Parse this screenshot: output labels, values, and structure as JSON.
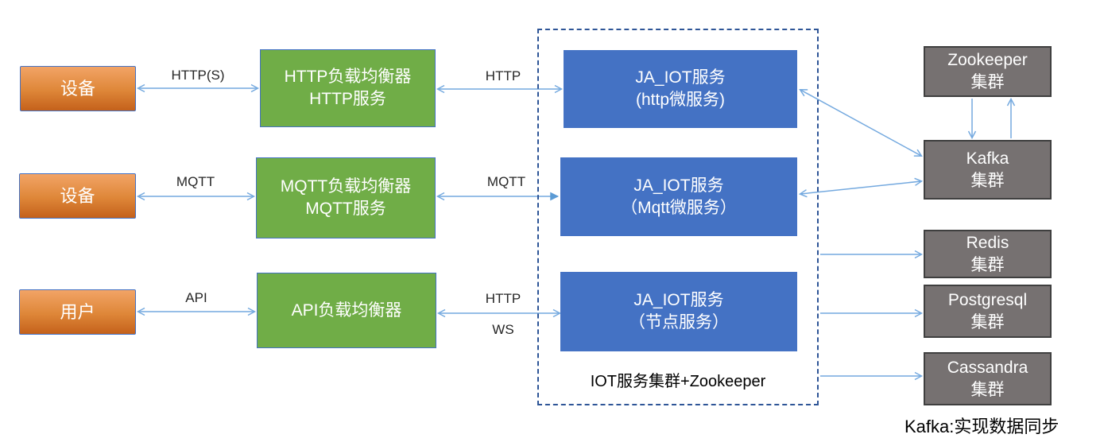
{
  "diagram": {
    "nodes": {
      "device1": {
        "label": "设备"
      },
      "device2": {
        "label": "设备"
      },
      "user": {
        "label": "用户"
      },
      "http_lb": {
        "line1": "HTTP负载均衡器",
        "line2": "HTTP服务"
      },
      "mqtt_lb": {
        "line1": "MQTT负载均衡器",
        "line2": "MQTT服务"
      },
      "api_lb": {
        "line1": "API负载均衡器"
      },
      "iot_http": {
        "line1": "JA_IOT服务",
        "line2": "(http微服务)"
      },
      "iot_mqtt": {
        "line1": "JA_IOT服务",
        "line2": "（Mqtt微服务）"
      },
      "iot_node": {
        "line1": "JA_IOT服务",
        "line2": "（节点服务）"
      },
      "zookeeper": {
        "line1": "Zookeeper",
        "line2": "集群"
      },
      "kafka": {
        "line1": "Kafka",
        "line2": "集群"
      },
      "redis": {
        "line1": "Redis",
        "line2": "集群"
      },
      "postgresql": {
        "line1": "Postgresql",
        "line2": "集群"
      },
      "cassandra": {
        "line1": "Cassandra",
        "line2": "集群"
      }
    },
    "edge_labels": {
      "device1_httplb": "HTTP(S)",
      "httplb_iothttp": "HTTP",
      "device2_mqttlb": "MQTT",
      "mqttlb_iotmqtt": "MQTT",
      "user_apilb": "API",
      "apilb_iotnode_http": "HTTP",
      "apilb_iotnode_ws": "WS"
    },
    "cluster_caption": "IOT服务集群+Zookeeper",
    "footnote": "Kafka:实现数据同步",
    "colors": {
      "arrow": "#74A9DF",
      "arrow_solid_head": "#5B9BD5",
      "orange_top": "#F2A466",
      "orange_bottom": "#C4611B",
      "green": "#70AD47",
      "blue": "#4472C4",
      "gray": "#767171",
      "gray_border": "#3F3F3F",
      "dashed_border": "#2E5597"
    }
  }
}
